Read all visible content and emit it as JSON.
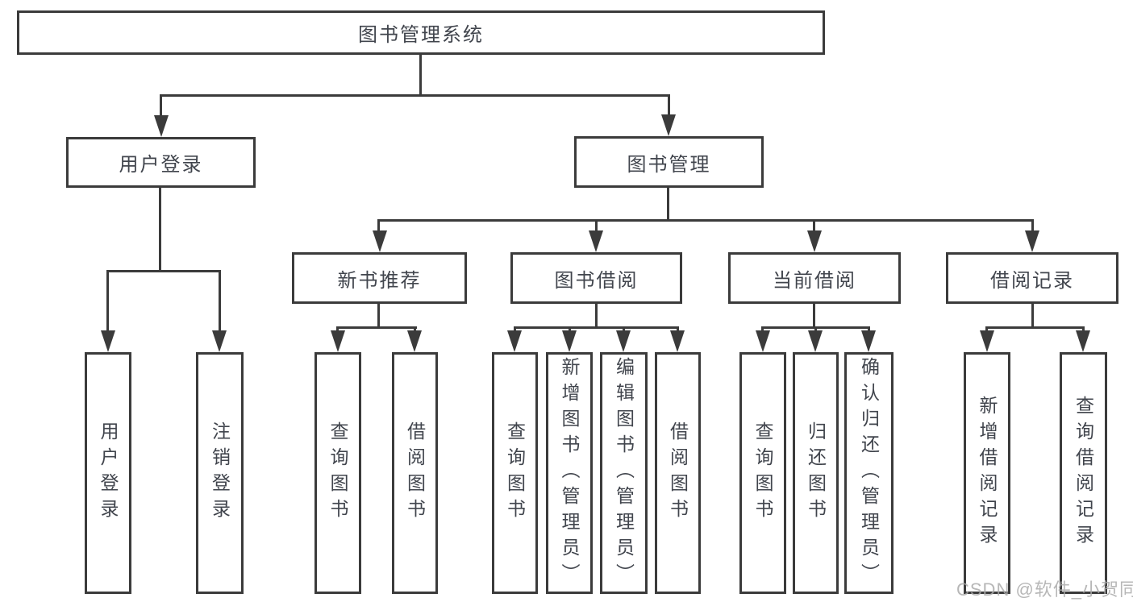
{
  "diagram": {
    "root": "图书管理系统",
    "level2": {
      "user_login": "用户登录",
      "book_mgmt": "图书管理"
    },
    "level3": {
      "new_books": "新书推荐",
      "borrowing": "图书借阅",
      "current": "当前借阅",
      "records": "借阅记录"
    },
    "leaves": {
      "user_login": "用户登录",
      "logout": "注销登录",
      "nb_query": "查询图书",
      "nb_borrow": "借阅图书",
      "bb_query": "查询图书",
      "bb_add": "新增图书（管理员）",
      "bb_edit": "编辑图书（管理员）",
      "bb_borrow": "借阅图书",
      "cb_query": "查询图书",
      "cb_return": "归还图书",
      "cb_confirm": "确认归还（管理员）",
      "rec_add": "新增借阅记录",
      "rec_query": "查询借阅记录"
    }
  },
  "watermark": "CSDN @软件_小贺同学",
  "colors": {
    "line": "#3b3b3b",
    "text": "#41454d",
    "watermark": "#aaaaaa",
    "background": "#ffffff"
  }
}
